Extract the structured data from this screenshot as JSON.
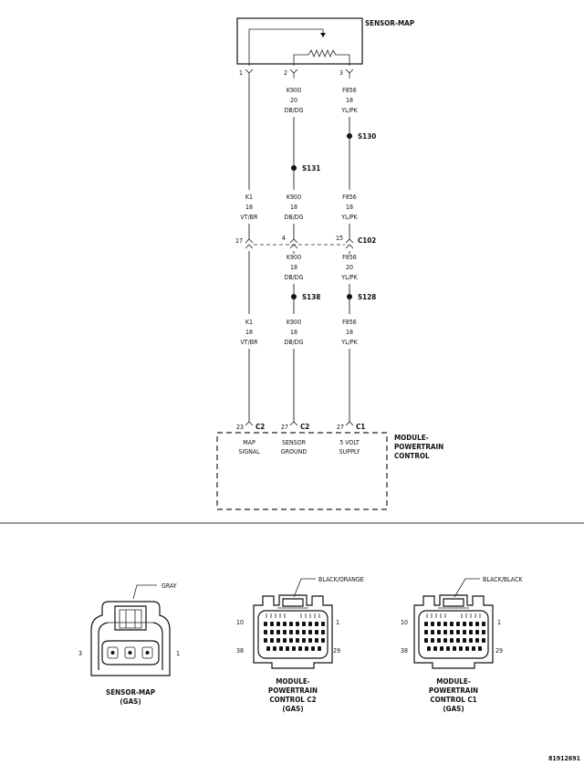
{
  "component": {
    "name": "SENSOR-MAP"
  },
  "sensor_pins": [
    "1",
    "2",
    "3"
  ],
  "wires": {
    "w1_top": [
      "K900",
      "20",
      "DB/DG"
    ],
    "w2_top": [
      "F856",
      "18",
      "YL/PK"
    ],
    "w0_mid": [
      "K1",
      "18",
      "VT/BR"
    ],
    "w1_mid": [
      "K900",
      "18",
      "DB/DG"
    ],
    "w2_mid": [
      "F856",
      "18",
      "YL/PK"
    ],
    "w1_low": [
      "K900",
      "18",
      "DB/DG"
    ],
    "w2_low": [
      "F856",
      "20",
      "YL/PK"
    ],
    "w0_bot": [
      "K1",
      "18",
      "VT/BR"
    ],
    "w1_bot": [
      "K900",
      "18",
      "DB/DG"
    ],
    "w2_bot": [
      "F856",
      "18",
      "YL/PK"
    ]
  },
  "splices": {
    "s130": "S130",
    "s131": "S131",
    "s138": "S138",
    "s128": "S128"
  },
  "c102": {
    "name": "C102",
    "pins": [
      "17",
      "4",
      "15"
    ]
  },
  "pcm": {
    "name": [
      "MODULE-",
      "POWERTRAIN",
      "CONTROL"
    ],
    "pins": [
      {
        "num": "23",
        "conn": "C2",
        "label": [
          "MAP",
          "SIGNAL"
        ]
      },
      {
        "num": "27",
        "conn": "C2",
        "label": [
          "SENSOR",
          "GROUND"
        ]
      },
      {
        "num": "27",
        "conn": "C1",
        "label": [
          "5 VOLT",
          "SUPPLY"
        ]
      }
    ]
  },
  "views": [
    {
      "color_label": "GRAY",
      "left_pin": "3",
      "right_pin": "1",
      "caption": [
        "SENSOR-MAP",
        "(GAS)"
      ]
    },
    {
      "color_label": "BLACK/ORANGE",
      "pin_tl": "10",
      "pin_tr": "1",
      "pin_bl": "38",
      "pin_br": "29",
      "caption": [
        "MODULE-",
        "POWERTRAIN",
        "CONTROL C2",
        "(GAS)"
      ]
    },
    {
      "color_label": "BLACK/BLACK",
      "pin_tl": "10",
      "pin_tr": "1",
      "pin_bl": "38",
      "pin_br": "29",
      "caption": [
        "MODULE-",
        "POWERTRAIN",
        "CONTROL C1",
        "(GAS)"
      ]
    }
  ],
  "figure_id": "81912691"
}
